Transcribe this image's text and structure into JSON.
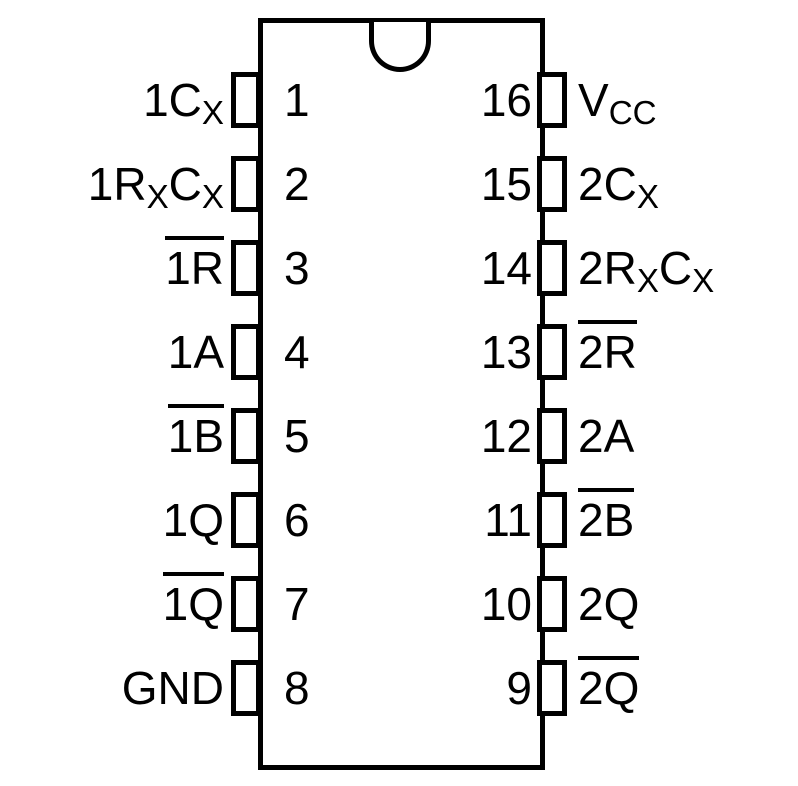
{
  "diagram": {
    "type": "ic-pinout",
    "package_pin_count": 16,
    "colors": {
      "line": "#000000",
      "background": "#ffffff"
    },
    "pins": {
      "left": [
        {
          "number": "1",
          "label": [
            {
              "text": "1C"
            },
            {
              "text": "X",
              "style": "sub"
            }
          ]
        },
        {
          "number": "2",
          "label": [
            {
              "text": "1R"
            },
            {
              "text": "X",
              "style": "sub"
            },
            {
              "text": "C"
            },
            {
              "text": "X",
              "style": "sub"
            }
          ]
        },
        {
          "number": "3",
          "label": [
            {
              "text": "1R",
              "style": "overline"
            }
          ]
        },
        {
          "number": "4",
          "label": [
            {
              "text": "1A"
            }
          ]
        },
        {
          "number": "5",
          "label": [
            {
              "text": "1B",
              "style": "overline"
            }
          ]
        },
        {
          "number": "6",
          "label": [
            {
              "text": "1Q"
            }
          ]
        },
        {
          "number": "7",
          "label": [
            {
              "text": "1Q",
              "style": "overline"
            }
          ]
        },
        {
          "number": "8",
          "label": [
            {
              "text": "GND"
            }
          ]
        }
      ],
      "right": [
        {
          "number": "16",
          "label": [
            {
              "text": "V"
            },
            {
              "text": "CC",
              "style": "sub"
            }
          ]
        },
        {
          "number": "15",
          "label": [
            {
              "text": "2C"
            },
            {
              "text": "X",
              "style": "sub"
            }
          ]
        },
        {
          "number": "14",
          "label": [
            {
              "text": "2R"
            },
            {
              "text": "X",
              "style": "sub"
            },
            {
              "text": "C"
            },
            {
              "text": "X",
              "style": "sub"
            }
          ]
        },
        {
          "number": "13",
          "label": [
            {
              "text": "2R",
              "style": "overline"
            }
          ]
        },
        {
          "number": "12",
          "label": [
            {
              "text": "2A"
            }
          ]
        },
        {
          "number": "11",
          "label": [
            {
              "text": "2B",
              "style": "overline"
            }
          ]
        },
        {
          "number": "10",
          "label": [
            {
              "text": "2Q"
            }
          ]
        },
        {
          "number": "9",
          "label": [
            {
              "text": "2Q",
              "style": "overline"
            }
          ]
        }
      ]
    }
  }
}
